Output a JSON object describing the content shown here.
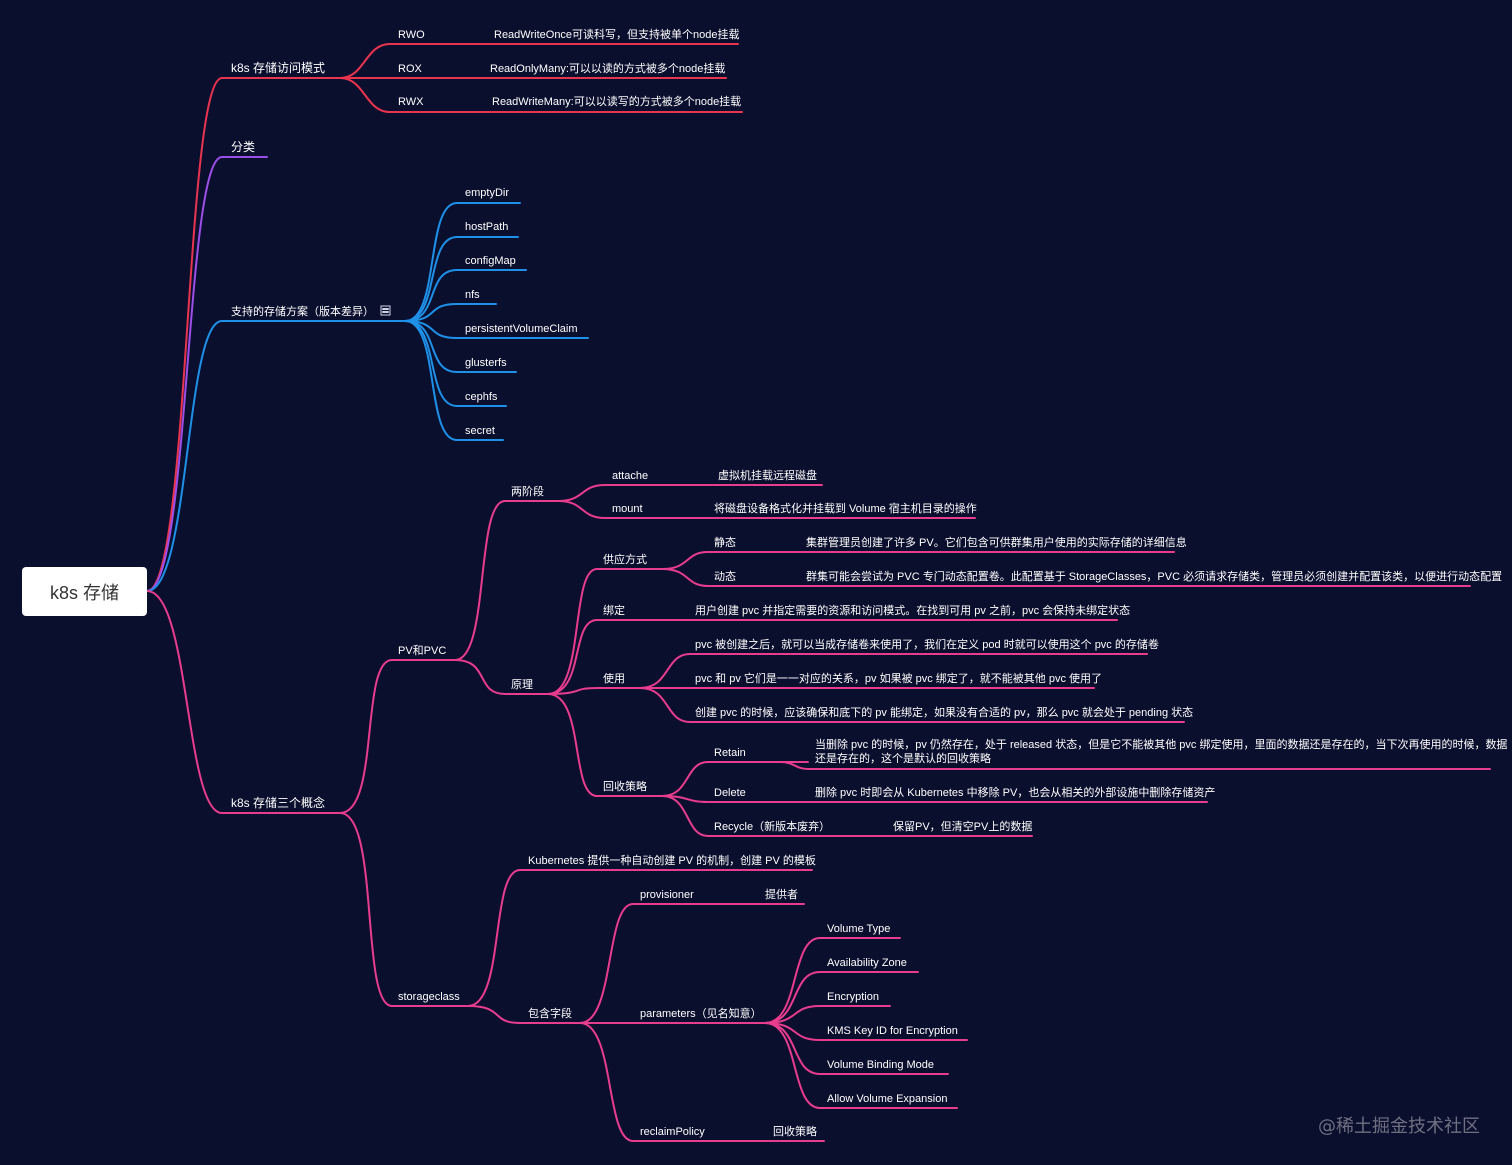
{
  "root": "k8s 存储",
  "watermark": "@稀土掘金技术社区",
  "colors": {
    "background": "#0b0f2e",
    "red": "#e8344e",
    "purple": "#9b4ee8",
    "blue": "#1e90e8",
    "pink": "#e83c8e"
  },
  "nodes": {
    "access": "k8s 存储访问模式",
    "rwo": "RWO",
    "rwo_desc": "ReadWriteOnce可读科写，但支持被单个node挂载",
    "rox": "ROX",
    "rox_desc": "ReadOnlyMany:可以以读的方式被多个node挂载",
    "rwx": "RWX",
    "rwx_desc": "ReadWriteMany:可以以读写的方式被多个node挂载",
    "classify": "分类",
    "support": "支持的存储方案（版本差异）",
    "vol": [
      "emptyDir",
      "hostPath",
      "configMap",
      "nfs",
      "persistentVolumeClaim",
      "glusterfs",
      "cephfs",
      "secret"
    ],
    "concepts": "k8s 存储三个概念",
    "pvpvc": "PV和PVC",
    "twostage": "两阶段",
    "attache": "attache",
    "attache_desc": "虚拟机挂载远程磁盘",
    "mount": "mount",
    "mount_desc": "将磁盘设备格式化并挂载到 Volume 宿主机目录的操作",
    "principle": "原理",
    "supply": "供应方式",
    "static": "静态",
    "static_desc": "集群管理员创建了许多 PV。它们包含可供群集用户使用的实际存储的详细信息",
    "dynamic": "动态",
    "dynamic_desc": "群集可能会尝试为 PVC 专门动态配置卷。此配置基于 StorageClasses，PVC 必须请求存储类，管理员必须创建并配置该类，以便进行动态配置",
    "bind": "绑定",
    "bind_desc": "用户创建 pvc 并指定需要的资源和访问模式。在找到可用 pv 之前，pvc 会保持未绑定状态",
    "use": "使用",
    "use1": "pvc 被创建之后，就可以当成存储卷来使用了，我们在定义 pod 时就可以使用这个 pvc 的存储卷",
    "use2": "pvc 和 pv 它们是一一对应的关系，pv 如果被 pvc 绑定了，就不能被其他 pvc 使用了",
    "use3": "创建 pvc 的时候，应该确保和底下的 pv 能绑定，如果没有合适的 pv，那么 pvc 就会处于 pending 状态",
    "reclaim": "回收策略",
    "retain": "Retain",
    "retain_desc1": "当删除 pvc 的时候，pv 仍然存在，处于 released 状态，但是它不能被其他 pvc 绑定使用，里面的数据还是存在的，当下次再使用的时候，数据",
    "retain_desc2": "还是存在的，这个是默认的回收策略",
    "delete": "Delete",
    "delete_desc": "删除 pvc 时即会从 Kubernetes 中移除 PV，也会从相关的外部设施中删除存储资产",
    "recycle": "Recycle（新版本废弃）",
    "recycle_desc": "保留PV，但清空PV上的数据",
    "sc": "storageclass",
    "sc_desc": "Kubernetes 提供一种自动创建 PV 的机制，创建 PV 的模板",
    "fields": "包含字段",
    "provisioner": "provisioner",
    "provisioner_desc": "提供者",
    "params": "parameters（见名知意）",
    "paramlist": [
      "Volume Type",
      "Availability Zone",
      "Encryption",
      "KMS Key ID for Encryption",
      "Volume Binding Mode",
      "Allow Volume Expansion"
    ],
    "reclaimpolicy": "reclaimPolicy",
    "reclaimpolicy_desc": "回收策略"
  }
}
